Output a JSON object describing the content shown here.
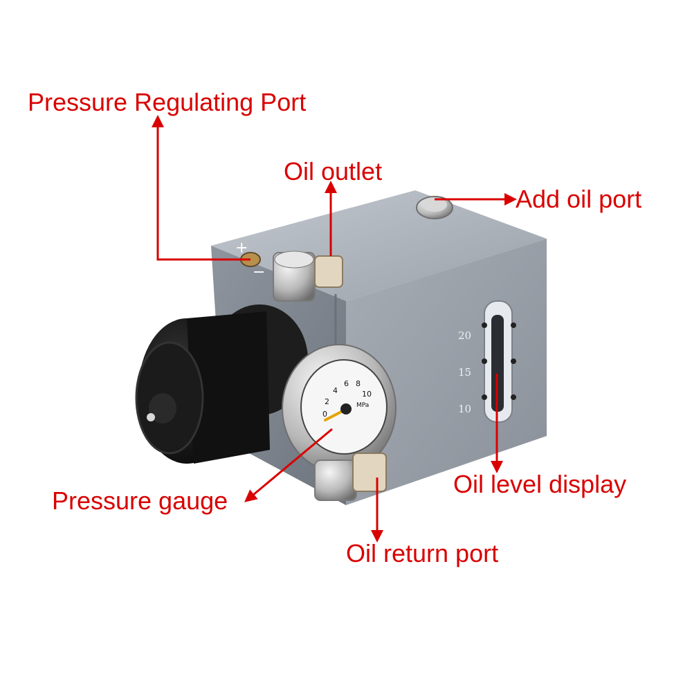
{
  "colors": {
    "annotation": "#d90000",
    "background": "#ffffff",
    "body_metal": "#8a9099",
    "knob": "#151515",
    "fitting_metal": "#c8c8c8"
  },
  "labels": {
    "pressure_regulating_port": "Pressure Regulating Port",
    "oil_outlet": "Oil outlet",
    "add_oil_port": "Add oil port",
    "oil_level_display": "Oil level display",
    "pressure_gauge": "Pressure gauge",
    "oil_return_port": "Oil return port"
  },
  "product_markings": {
    "body_plus": "+",
    "body_minus": "−",
    "gauge_unit": "MPa",
    "gauge_ticks": [
      "0",
      "2",
      "4",
      "6",
      "8",
      "10"
    ],
    "level_scale": [
      "20",
      "15",
      "10"
    ]
  }
}
